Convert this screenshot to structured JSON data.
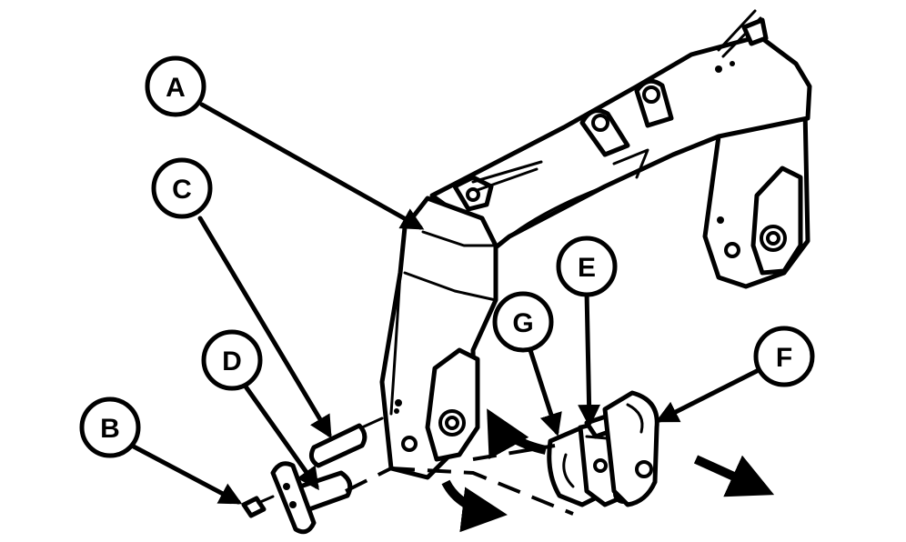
{
  "diagram": {
    "callouts": [
      {
        "id": "A",
        "label": "A"
      },
      {
        "id": "B",
        "label": "B"
      },
      {
        "id": "C",
        "label": "C"
      },
      {
        "id": "D",
        "label": "D"
      },
      {
        "id": "E",
        "label": "E"
      },
      {
        "id": "F",
        "label": "F"
      },
      {
        "id": "G",
        "label": "G"
      }
    ],
    "colors": {
      "line": "#000000",
      "background": "#ffffff"
    }
  }
}
